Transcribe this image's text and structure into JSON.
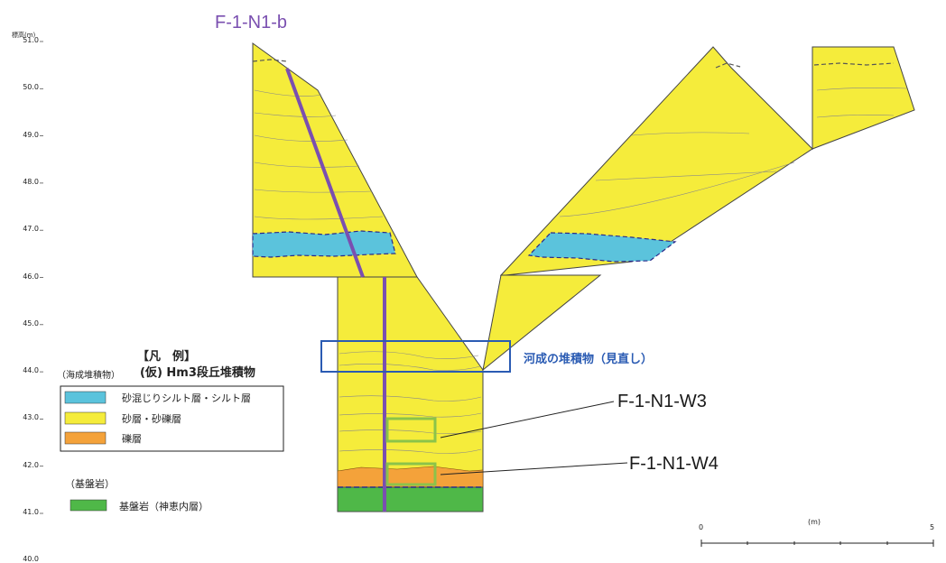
{
  "colors": {
    "sand": "#f5ec3b",
    "silt": "#5bc3dc",
    "gravel": "#f4a23a",
    "bedrock": "#4fb848",
    "borehole": "#7a4fb0",
    "box_blue": "#2a5bb3",
    "box_green": "#8bc34a",
    "river_text": "#2a5bb3"
  },
  "axis": {
    "unit_label": "標高(m)",
    "ticks": [
      "51.0",
      "50.0",
      "49.0",
      "48.0",
      "47.0",
      "46.0",
      "45.0",
      "44.0",
      "43.0",
      "42.0",
      "41.0",
      "40.0"
    ]
  },
  "labels": {
    "borehole": "F-1-N1-b",
    "river_deposit": "河成の堆積物（見直し）",
    "w3": "F-1-N1-W3",
    "w4": "F-1-N1-W4"
  },
  "legend": {
    "title": "【凡　例】",
    "marine_prefix": "（海成堆積物）",
    "marine_title": "(仮) Hm3段丘堆積物",
    "items": [
      {
        "label": "砂混じりシルト層・シルト層",
        "color_key": "silt"
      },
      {
        "label": "砂層・砂礫層",
        "color_key": "sand"
      },
      {
        "label": "礫層",
        "color_key": "gravel"
      }
    ],
    "bedrock_title": "（基盤岩）",
    "bedrock_item": "基盤岩（神恵内層）"
  },
  "scale": {
    "start": "0",
    "unit": "(m)",
    "end": "5"
  }
}
